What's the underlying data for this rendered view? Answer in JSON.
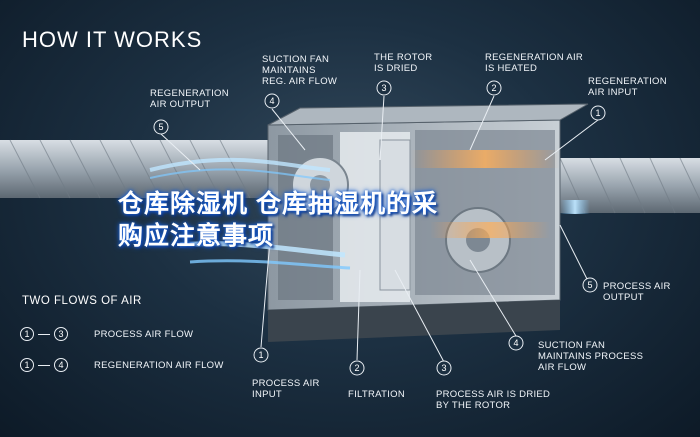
{
  "header": {
    "title": "HOW IT WORKS"
  },
  "overlay": {
    "line1": "仓库除湿机 仓库抽湿机的采",
    "line2": "购应注意事项"
  },
  "callouts": {
    "top": [
      {
        "num": "5",
        "text": "REGENERATION\nAIR OUTPUT"
      },
      {
        "num": "4",
        "text": "SUCTION FAN\nMAINTAINS\nREG. AIR FLOW"
      },
      {
        "num": "3",
        "text": "THE ROTOR\nIS DRIED"
      },
      {
        "num": "2",
        "text": "REGENERATION AIR\nIS HEATED"
      },
      {
        "num": "1",
        "text": "REGENERATION\nAIR INPUT"
      }
    ],
    "bottom": [
      {
        "num": "1",
        "text": "PROCESS AIR\nINPUT"
      },
      {
        "num": "2",
        "text": "FILTRATION"
      },
      {
        "num": "3",
        "text": "PROCESS AIR IS DRIED\nBY THE ROTOR"
      },
      {
        "num": "4",
        "text": "SUCTION FAN\nMAINTAINS PROCESS\nAIR FLOW"
      },
      {
        "num": "5",
        "text": "PROCESS AIR\nOUTPUT"
      }
    ]
  },
  "legend": {
    "title": "TWO FLOWS OF AIR",
    "rows": [
      {
        "from": "1",
        "to": "3",
        "label": "PROCESS AIR FLOW"
      },
      {
        "from": "1",
        "to": "4",
        "label": "REGENERATION AIR FLOW"
      }
    ]
  },
  "colors": {
    "regeneration": "#ff9a3c",
    "process": "#7fc9ff",
    "overlay_glow": "#1a5fd0"
  }
}
